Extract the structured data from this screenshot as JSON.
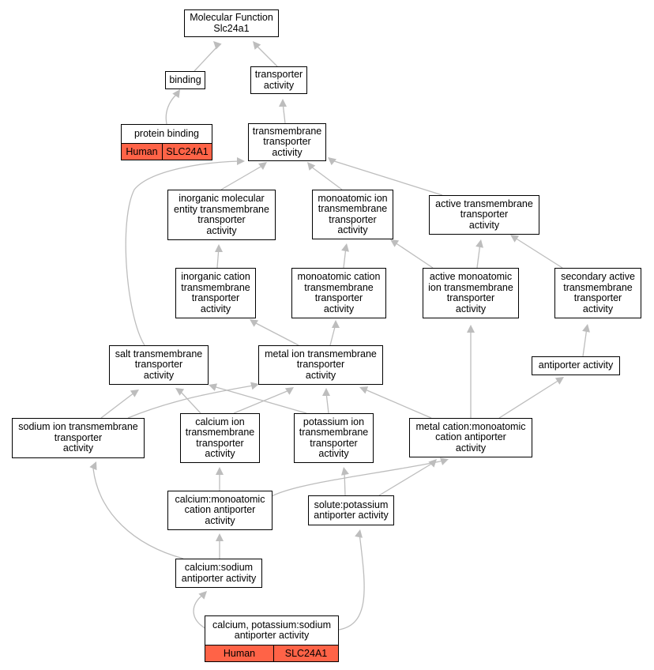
{
  "diagram": {
    "colors": {
      "edge": "#bdbdbd",
      "arrow": "#bdbdbd",
      "highlight": "#ff6347",
      "border": "#000000"
    },
    "nodes": {
      "root": "Molecular Function\nSlc24a1",
      "binding": "binding",
      "transporter": "transporter\nactivity",
      "protein_binding": {
        "label": "protein binding",
        "species": "Human",
        "gene": "SLC24A1"
      },
      "tm_transporter": "transmembrane\ntransporter\nactivity",
      "inorg_mol": "inorganic molecular\nentity transmembrane\ntransporter\nactivity",
      "monoatomic_ion": "monoatomic ion\ntransmembrane\ntransporter\nactivity",
      "active_tm": "active transmembrane\ntransporter\nactivity",
      "inorg_cation": "inorganic cation\ntransmembrane\ntransporter\nactivity",
      "monoatomic_cation": "monoatomic cation\ntransmembrane\ntransporter\nactivity",
      "active_monoatomic": "active monoatomic\nion transmembrane\ntransporter\nactivity",
      "secondary_active": "secondary active\ntransmembrane\ntransporter\nactivity",
      "salt_tm": "salt transmembrane\ntransporter\nactivity",
      "metal_ion": "metal ion transmembrane\ntransporter\nactivity",
      "antiporter": "antiporter activity",
      "sodium_ion": "sodium ion transmembrane\ntransporter\nactivity",
      "calcium_ion": "calcium ion\ntransmembrane\ntransporter\nactivity",
      "potassium_ion": "potassium ion\ntransmembrane\ntransporter\nactivity",
      "metal_cation_anti": "metal cation:monoatomic\ncation antiporter\nactivity",
      "calcium_mono_anti": "calcium:monoatomic\ncation antiporter\nactivity",
      "solute_potassium": "solute:potassium\nantiporter activity",
      "calcium_sodium": "calcium:sodium\nantiporter activity",
      "leaf": {
        "label": "calcium, potassium:sodium\nantiporter activity",
        "species": "Human",
        "gene": "SLC24A1"
      }
    }
  }
}
